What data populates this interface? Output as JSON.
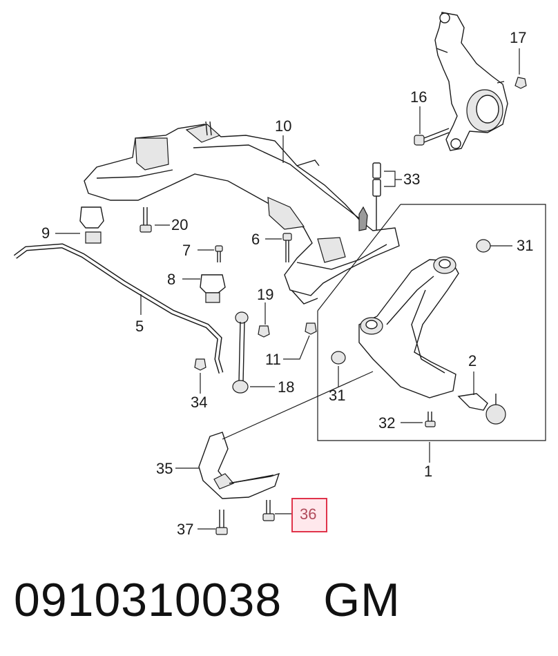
{
  "diagram": {
    "callouts": {
      "c1": "1",
      "c2": "2",
      "c5": "5",
      "c6": "6",
      "c7": "7",
      "c8": "8",
      "c9": "9",
      "c10": "10",
      "c11": "11",
      "c16": "16",
      "c17": "17",
      "c18": "18",
      "c19": "19",
      "c20": "20",
      "c31a": "31",
      "c31b": "31",
      "c32": "32",
      "c33": "33",
      "c34": "34",
      "c35": "35",
      "c36": "36",
      "c37": "37"
    },
    "highlight_color": "#e0334a"
  },
  "footer": {
    "part_number": "0910310038",
    "brand": "GM"
  }
}
